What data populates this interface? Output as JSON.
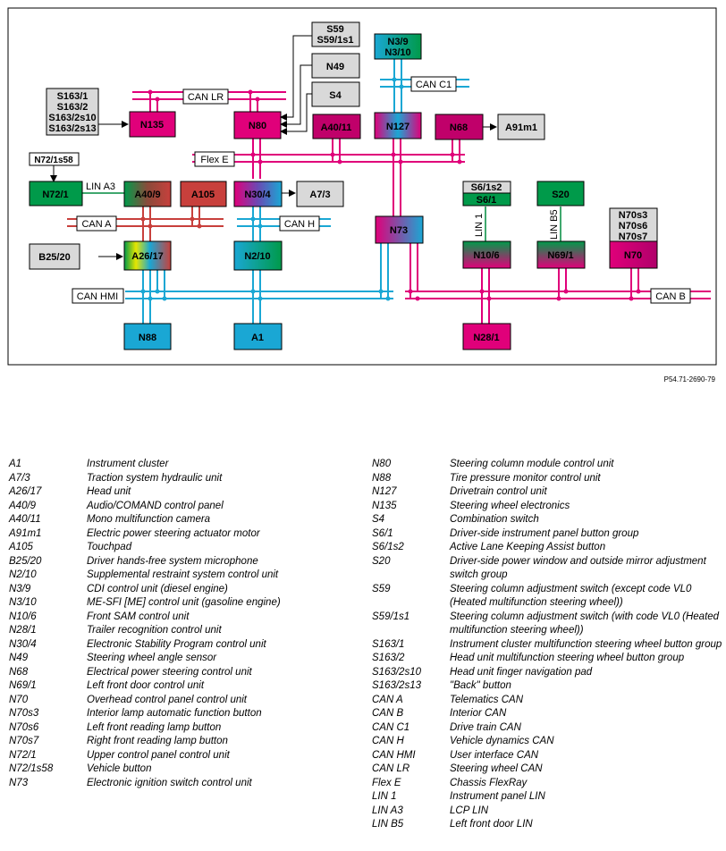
{
  "diagram": {
    "ref": "P54.71-2690-79",
    "buses": {
      "can_lr": "CAN LR",
      "can_c1": "CAN C1",
      "flex_e": "Flex E",
      "lin_a3": "LIN A3",
      "can_a": "CAN A",
      "can_h": "CAN H",
      "can_hmi": "CAN HMI",
      "can_b": "CAN B",
      "lin_1": "LIN 1",
      "lin_b5": "LIN B5"
    },
    "nodes": {
      "s59": [
        "S59",
        "S59/1s1"
      ],
      "n3": [
        "N3/9",
        "N3/10"
      ],
      "n49": "N49",
      "s4": "S4",
      "s163": [
        "S163/1",
        "S163/2",
        "S163/2s10",
        "S163/2s13"
      ],
      "n135": "N135",
      "n80": "N80",
      "a40_11": "A40/11",
      "n127": "N127",
      "n68": "N68",
      "a91m1": "A91m1",
      "n72_1s58": "N72/1s58",
      "n72_1": "N72/1",
      "a40_9": "A40/9",
      "a105": "A105",
      "n30_4": "N30/4",
      "a7_3": "A7/3",
      "s6": [
        "S6/1s2",
        "S6/1"
      ],
      "s20": "S20",
      "n70s": [
        "N70s3",
        "N70s6",
        "N70s7"
      ],
      "n73": "N73",
      "b25_20": "B25/20",
      "a26_17": "A26/17",
      "n2_10": "N2/10",
      "n10_6": "N10/6",
      "n69_1": "N69/1",
      "n70": "N70",
      "n88": "N88",
      "a1": "A1",
      "n28_1": "N28/1"
    },
    "colors": {
      "can_lr": "#e0007a",
      "flex_e": "#e0007a",
      "can_b": "#e0007a",
      "can_c1": "#1aa7d4",
      "can_h": "#1aa7d4",
      "can_hmi": "#1aa7d4",
      "can_a": "#c8403c",
      "lin": "#008a3e",
      "gray_box": "#d9d9d9"
    }
  },
  "legend_left": [
    {
      "code": "A1",
      "desc": "Instrument cluster"
    },
    {
      "code": "A7/3",
      "desc": "Traction system hydraulic unit"
    },
    {
      "code": "A26/17",
      "desc": "Head unit"
    },
    {
      "code": "A40/9",
      "desc": "Audio/COMAND control panel"
    },
    {
      "code": "A40/11",
      "desc": "Mono multifunction camera"
    },
    {
      "code": "A91m1",
      "desc": "Electric power steering actuator motor"
    },
    {
      "code": "A105",
      "desc": "Touchpad"
    },
    {
      "code": "B25/20",
      "desc": "Driver hands-free system microphone"
    },
    {
      "code": "",
      "desc": ""
    },
    {
      "code": "N2/10",
      "desc": "Supplemental restraint system control unit"
    },
    {
      "code": "",
      "desc": ""
    },
    {
      "code": "N3/9",
      "desc": "CDI control unit (diesel engine)"
    },
    {
      "code": "",
      "desc": ""
    },
    {
      "code": "N3/10",
      "desc": "ME-SFI [ME] control unit (gasoline engine)"
    },
    {
      "code": "",
      "desc": ""
    },
    {
      "code": "N10/6",
      "desc": "Front SAM control unit"
    },
    {
      "code": "N28/1",
      "desc": "Trailer recognition control unit"
    },
    {
      "code": "N30/4",
      "desc": "Electronic Stability Program control unit"
    },
    {
      "code": "N49",
      "desc": "Steering wheel angle sensor"
    },
    {
      "code": "N68",
      "desc": "Electrical power steering control unit"
    },
    {
      "code": "N69/1",
      "desc": "Left front door control unit"
    },
    {
      "code": "N70",
      "desc": "Overhead control panel control unit"
    },
    {
      "code": "N70s3",
      "desc": "Interior lamp automatic function button"
    },
    {
      "code": "N70s6",
      "desc": "Left front reading lamp button"
    },
    {
      "code": "N70s7",
      "desc": "Right front reading lamp button"
    },
    {
      "code": "N72/1",
      "desc": "Upper control panel control unit"
    },
    {
      "code": "N72/1s58",
      "desc": "Vehicle button"
    },
    {
      "code": "N73",
      "desc": "Electronic ignition switch control unit"
    }
  ],
  "legend_right": [
    {
      "code": "N80",
      "desc": "Steering column module control unit"
    },
    {
      "code": "N88",
      "desc": "Tire pressure monitor control unit"
    },
    {
      "code": "N127",
      "desc": "Drivetrain control unit"
    },
    {
      "code": "N135",
      "desc": "Steering wheel electronics"
    },
    {
      "code": "S4",
      "desc": "Combination switch"
    },
    {
      "code": "S6/1",
      "desc": "Driver-side instrument panel button group"
    },
    {
      "code": "S6/1s2",
      "desc": "Active Lane Keeping Assist button"
    },
    {
      "code": "S20",
      "desc": "Driver-side power window and outside mirror adjustment switch group"
    },
    {
      "code": "",
      "desc": ""
    },
    {
      "code": "S59",
      "desc": "Steering column adjustment switch (except code VL0 (Heated multifunction steering wheel))"
    },
    {
      "code": "",
      "desc": ""
    },
    {
      "code": "S59/1s1",
      "desc": "Steering column adjustment switch (with code VL0 (Heated multifunction steering wheel))"
    },
    {
      "code": "",
      "desc": ""
    },
    {
      "code": "S163/1",
      "desc": "Instrument cluster multifunction steering wheel button group"
    },
    {
      "code": "",
      "desc": ""
    },
    {
      "code": "S163/2",
      "desc": "Head unit multifunction steering wheel button group"
    },
    {
      "code": "S163/2s10",
      "desc": "Head unit finger navigation pad"
    },
    {
      "code": "S163/2s13",
      "desc": "\"Back\" button"
    },
    {
      "code": "CAN A",
      "desc": "Telematics CAN"
    },
    {
      "code": "CAN B",
      "desc": "Interior CAN"
    },
    {
      "code": "CAN C1",
      "desc": "Drive train CAN"
    },
    {
      "code": "CAN H",
      "desc": "Vehicle dynamics CAN"
    },
    {
      "code": "CAN HMI",
      "desc": "User interface CAN"
    },
    {
      "code": "CAN LR",
      "desc": "Steering wheel CAN"
    },
    {
      "code": "Flex E",
      "desc": "Chassis FlexRay"
    },
    {
      "code": "LIN 1",
      "desc": "Instrument panel LIN"
    },
    {
      "code": "LIN A3",
      "desc": "LCP LIN"
    },
    {
      "code": "LIN B5",
      "desc": "Left front door LIN"
    }
  ]
}
